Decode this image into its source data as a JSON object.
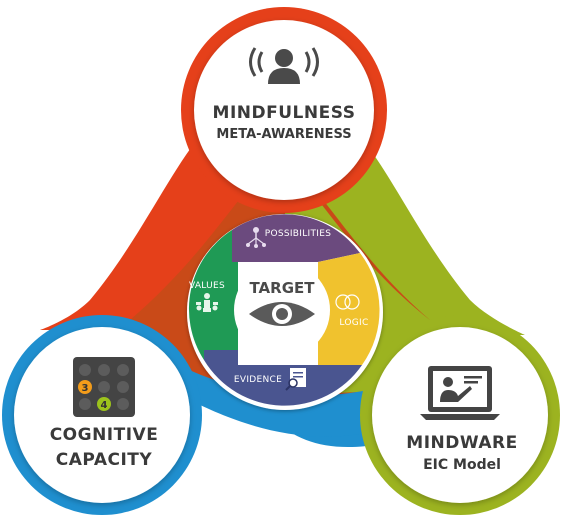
{
  "center": {
    "title": "TARGET",
    "icon": "eye-icon"
  },
  "segments": [
    {
      "label": "POSSIBILITIES",
      "color": "#6b4a7e",
      "icon": "network-person-icon"
    },
    {
      "label": "LOGIC",
      "color": "#f0c22e",
      "icon": "intersecting-circles-icon"
    },
    {
      "label": "EVIDENCE",
      "color": "#4a5590",
      "icon": "document-search-icon"
    },
    {
      "label": "VALUES",
      "color": "#1f9a55",
      "icon": "people-weighing-icon"
    }
  ],
  "nodes": {
    "top": {
      "line1": "MINDFULNESS",
      "line2": "META-AWARENESS",
      "color": "#e5401a",
      "icon": "person-broadcast-icon"
    },
    "left": {
      "line1": "COGNITIVE",
      "line2": "CAPACITY",
      "color": "#1f8fcf",
      "icon": "number-grid-icon",
      "grid_numbers": [
        "3",
        "4"
      ]
    },
    "right": {
      "line1": "MINDWARE",
      "line2": "EIC Model",
      "color": "#9cb320",
      "icon": "laptop-presentation-icon"
    }
  }
}
